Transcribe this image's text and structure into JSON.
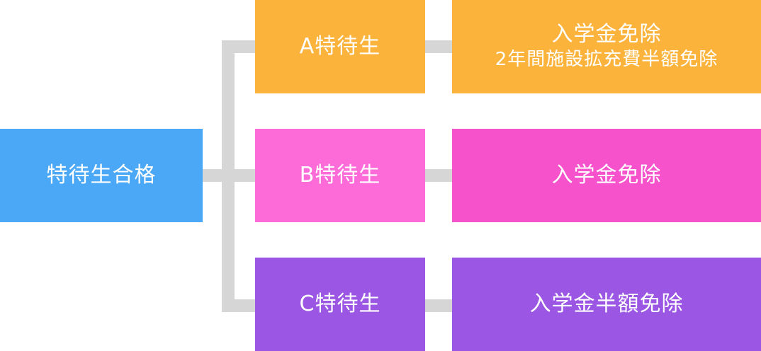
{
  "root": {
    "label": "特待生合格",
    "color": "#4aa8f7"
  },
  "tiers": [
    {
      "label": "A特待生",
      "color": "#fbb33c",
      "benefit_lines": [
        "入学金免除",
        "2年間施設拡充費半額免除"
      ],
      "benefit_color": "#fbb33c"
    },
    {
      "label": "B特待生",
      "color": "#fc6bd8",
      "benefit_lines": [
        "入学金免除"
      ],
      "benefit_color": "#f552cc"
    },
    {
      "label": "C特待生",
      "color": "#9b57e3",
      "benefit_lines": [
        "入学金半額免除"
      ],
      "benefit_color": "#9b57e3"
    }
  ],
  "connector_color": "#d6d6d6"
}
